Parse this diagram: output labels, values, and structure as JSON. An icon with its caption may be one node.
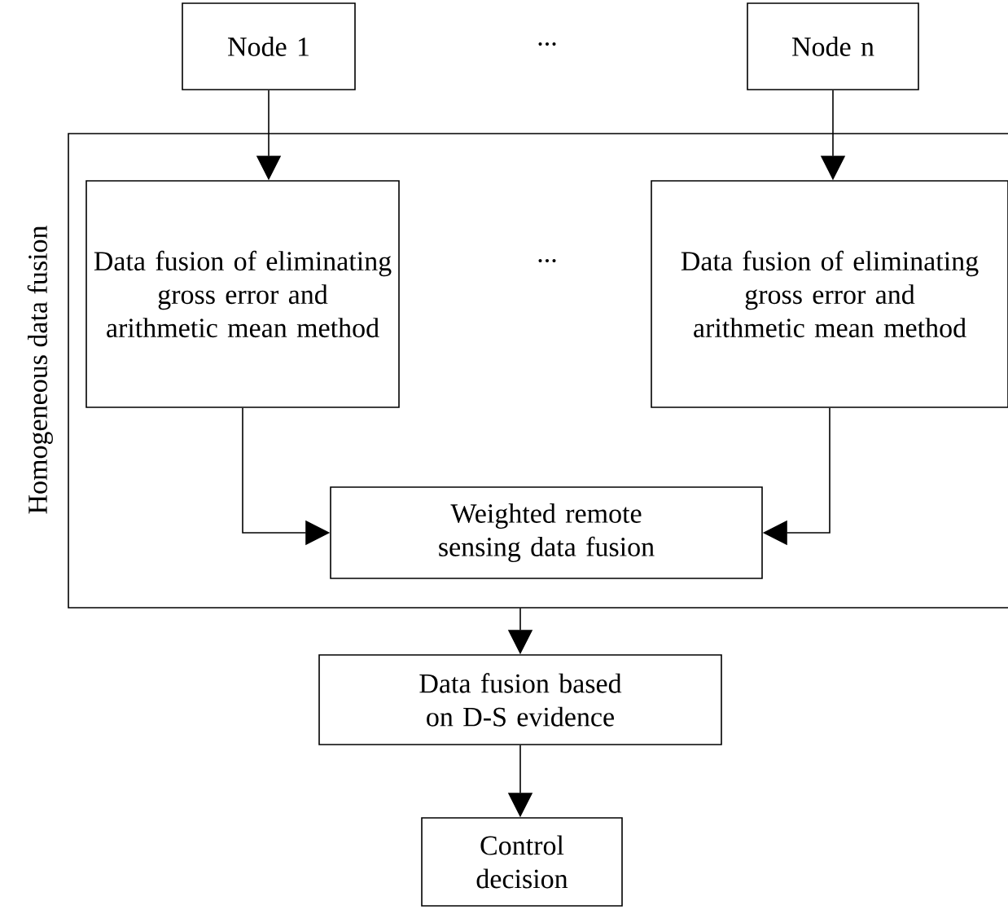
{
  "diagram": {
    "nodes": [
      {
        "text": [
          "Homogeneous data fusion"
        ]
      },
      {
        "text": [
          "Node 1"
        ]
      },
      {
        "text": [
          "Data fusion of eliminating gross error and arithmetic mean method"
        ],
        "in": 0
      },
      {
        "text": [
          "Node n"
        ]
      },
      {
        "text": [
          "Data fusion of eliminating gross error and arithmetic mean method"
        ],
        "in": 0
      },
      {
        "text": [
          "Weighted remote sensing data fusion"
        ],
        "in": 0
      },
      {
        "text": [
          "Data fusion based on D-S evidence"
        ]
      },
      {
        "text": [
          "Control decision"
        ]
      }
    ],
    "edges": [
      {
        "from": 1,
        "to": 2,
        "arrow": "to"
      },
      {
        "from": 3,
        "to": 4,
        "arrow": "to"
      },
      {
        "from": 2,
        "to": 5,
        "arrow": "to"
      },
      {
        "from": 4,
        "to": 5,
        "arrow": "to"
      },
      {
        "from": 0,
        "to": 6,
        "arrow": "to"
      },
      {
        "from": 6,
        "to": 7,
        "arrow": "to"
      }
    ],
    "labels": [
      "...",
      "..."
    ]
  }
}
